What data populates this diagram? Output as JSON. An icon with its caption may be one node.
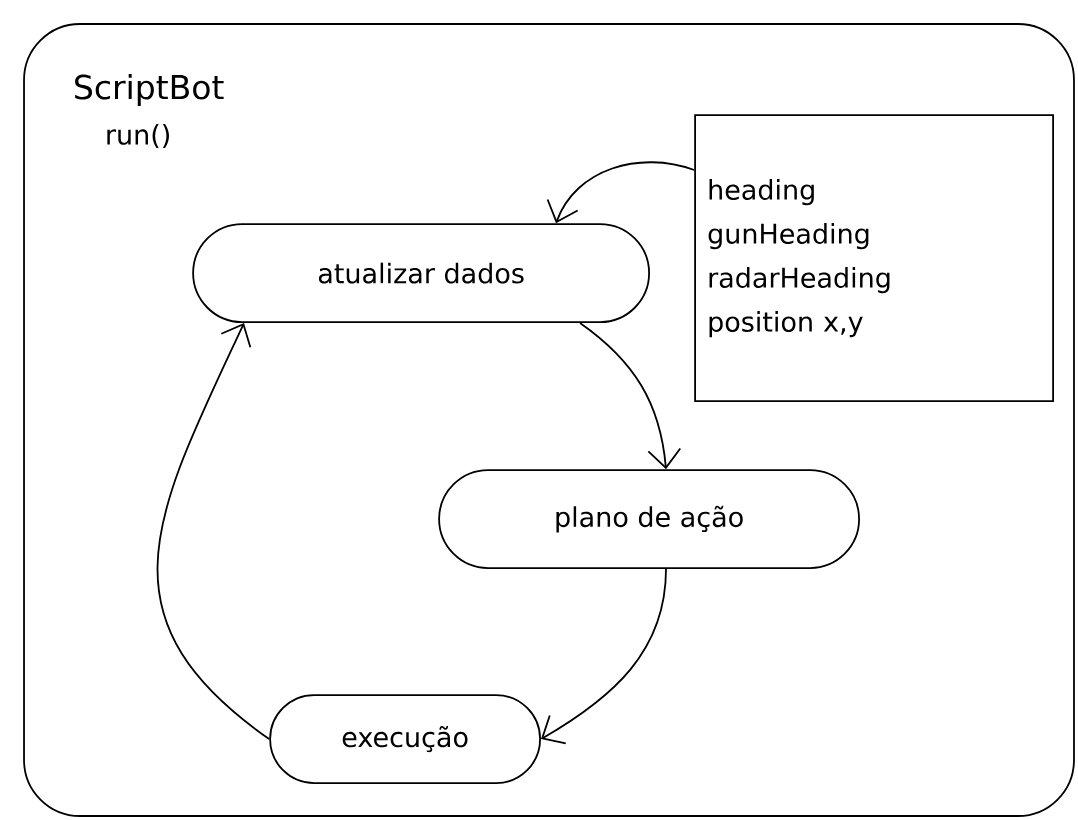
{
  "diagram": {
    "nodes": [
      {
        "text": [
          "ScriptBot",
          "run()"
        ]
      },
      {
        "text": [
          "atualizar dados"
        ],
        "in": 0
      },
      {
        "text": [
          "plano de ação"
        ],
        "in": 0
      },
      {
        "text": [
          "execução"
        ],
        "in": 0
      },
      {
        "text": [
          "heading",
          "gunHeading",
          "radarHeading",
          "position x,y"
        ],
        "in": 0
      }
    ],
    "edges": [
      {
        "from": 4,
        "to": 1,
        "arrow": "to"
      },
      {
        "from": 1,
        "to": 2,
        "arrow": "to"
      },
      {
        "from": 2,
        "to": 3,
        "arrow": "to"
      },
      {
        "from": 3,
        "to": 1,
        "arrow": "to"
      }
    ]
  }
}
